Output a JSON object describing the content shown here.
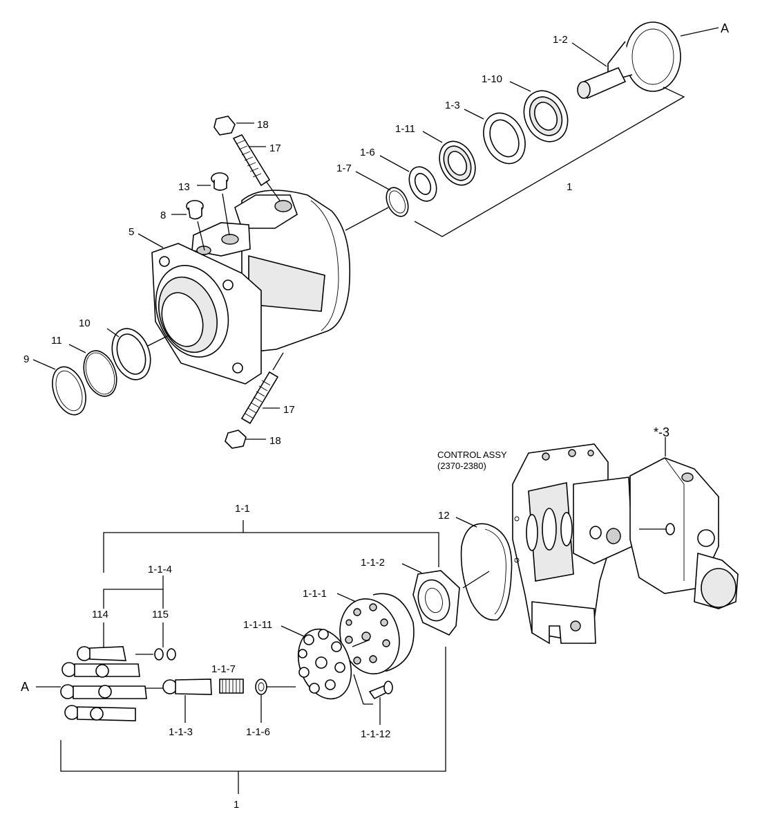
{
  "labels": {
    "l_1_2": "1-2",
    "l_A_top": "A",
    "l_1_10": "1-10",
    "l_1_3": "1-3",
    "l_1_11": "1-11",
    "l_1_6": "1-6",
    "l_1_7": "1-7",
    "l_1_top": "1",
    "l_18_top": "18",
    "l_17_top": "17",
    "l_13": "13",
    "l_8": "8",
    "l_5": "5",
    "l_10": "10",
    "l_11": "11",
    "l_9": "9",
    "l_17_bot": "17",
    "l_18_bot": "18",
    "l_control_1": "CONTROL ASSY",
    "l_control_2": "(2370-2380)",
    "l_star3": "*-3",
    "l_12": "12",
    "l_1_1": "1-1",
    "l_1_1_4": "1-1-4",
    "l_114": "114",
    "l_115": "115",
    "l_1_1_2": "1-1-2",
    "l_1_1_1": "1-1-1",
    "l_1_1_11": "1-1-11",
    "l_1_1_7": "1-1-7",
    "l_A_bot": "A",
    "l_1_1_3": "1-1-3",
    "l_1_1_6": "1-1-6",
    "l_1_1_12": "1-1-12",
    "l_1_bot": "1"
  }
}
